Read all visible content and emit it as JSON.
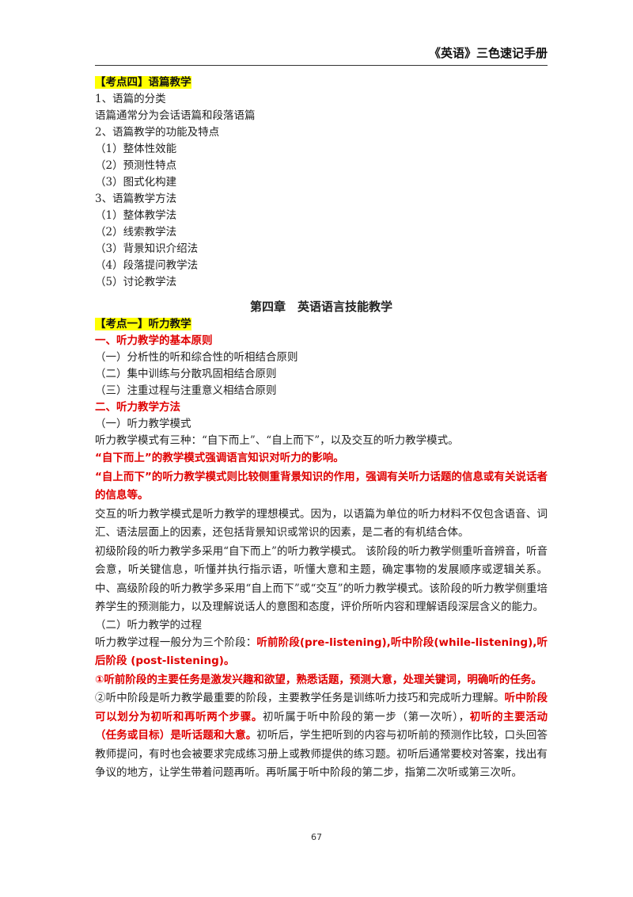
{
  "header": {
    "title": "《英语》三色速记手册"
  },
  "s4": {
    "heading": "【考点四】语篇教学",
    "l1": "1、语篇的分类",
    "l2": "语篇通常分为会话语篇和段落语篇",
    "l3": "2、语篇教学的功能及特点",
    "l4": "（1）整体性效能",
    "l5": "（2）预测性特点",
    "l6": "（3）图式化构建",
    "l7": "3、语篇教学方法",
    "l8": "（1）整体教学法",
    "l9": "（2）线索教学法",
    "l10": "（3）背景知识介绍法",
    "l11": "（4）段落提问教学法",
    "l12": "（5）讨论教学法"
  },
  "chapter": {
    "title": "第四章　英语语言技能教学"
  },
  "k1": {
    "heading": "【考点一】听力教学",
    "h1": "一、听力教学的基本原则",
    "p1": "（一）分析性的听和综合性的听相结合原则",
    "p2": "（二）集中训练与分散巩固相结合原则",
    "p3": "（三）注重过程与注重意义相结合原则",
    "h2": "二、听力教学方法",
    "m1": "（一）听力教学模式",
    "m2": "听力教学模式有三种：“自下而上”、“自上而下”，以及交互的听力教学模式。",
    "r1": "“自下而上”的教学模式强调语言知识对听力的影响。",
    "r2": "“自上而下”的听力教学模式则比较侧重背景知识的作用，强调有关听力话题的信息或有关说话者的信息等。",
    "para1": "交互的听力教学模式是听力教学的理想模式。因为，以语篇为单位的听力材料不仅包含语音、词汇、语法层面上的因素，还包括背景知识或常识的因素，是二者的有机结合体。",
    "para2": "初级阶段的听力教学多采用“自下而上”的听力教学模式。 该阶段的听力教学侧重听音辨音，听音会意，听关键信息，听懂并执行指示语，听懂大意和主题，确定事物的发展顺序或逻辑关系。中、高级阶段的听力教学多采用“自上而下”或“交互”的听力教学模式。该阶段的听力教学侧重培养学生的预测能力，以及理解说话人的意图和态度，评价所听内容和理解语段深层含义的能力。",
    "m3": "（二）听力教学的过程",
    "proc_a": "听力教学过程一般分为三个阶段：",
    "proc_b": "听前阶段(pre-listening),听中阶段(while-listening),听后阶段 (post-listening)。",
    "r3": "①听前阶段的主要任务是激发兴趣和欲望，熟悉话题，预测大意，处理关键词，明确听的任务。",
    "w_a": "②听中阶段是听力教学最重要的阶段，主要教学任务是训练听力技巧和完成听力理解。",
    "w_b": "听中阶段可以划分为初听和再听两个步骤。",
    "w_c": "初听属于听中阶段的第一步（第一次听），",
    "w_d": "初听的主要活动（任务或目标）是听话题和大意。",
    "w_e": "初听后，学生把听到的内容与初听前的预测作比较，口头回答教师提问，有时也会被要求完成练习册上或教师提供的练习题。初听后通常要校对答案，找出有争议的地方，让学生带着问题再听。再听属于听中阶段的第二步，指第二次听或第三次听。"
  },
  "footer": {
    "page": "67"
  }
}
